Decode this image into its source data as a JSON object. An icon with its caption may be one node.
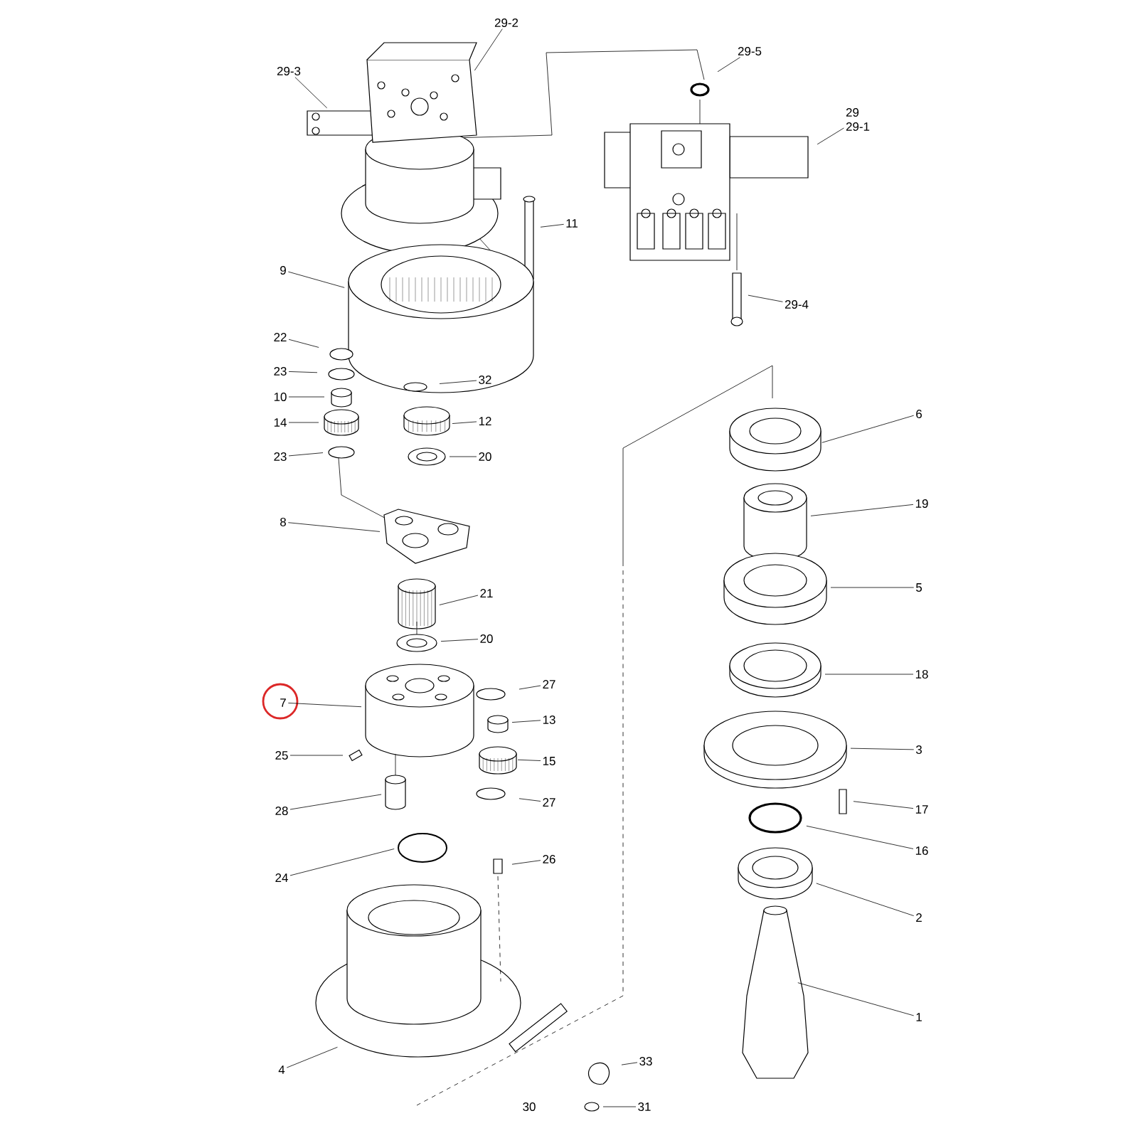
{
  "diagram": {
    "nodes": [
      {
        "text": [
          "29-2"
        ]
      },
      {
        "text": [
          "29-3"
        ]
      },
      {
        "text": [
          "29-5"
        ]
      },
      {
        "text": [
          "29",
          "29-1"
        ]
      },
      {
        "text": [
          "11"
        ]
      },
      {
        "text": [
          "29-4"
        ]
      },
      {
        "text": [
          "9"
        ]
      },
      {
        "text": [
          "22"
        ]
      },
      {
        "text": [
          "23"
        ]
      },
      {
        "text": [
          "10"
        ]
      },
      {
        "text": [
          "14"
        ]
      },
      {
        "text": [
          "23"
        ]
      },
      {
        "text": [
          "32"
        ]
      },
      {
        "text": [
          "12"
        ]
      },
      {
        "text": [
          "20"
        ]
      },
      {
        "text": [
          "8"
        ]
      },
      {
        "text": [
          "21"
        ]
      },
      {
        "text": [
          "20"
        ]
      },
      {
        "text": [
          "7"
        ]
      },
      {
        "text": [
          "27"
        ]
      },
      {
        "text": [
          "13"
        ]
      },
      {
        "text": [
          "25"
        ]
      },
      {
        "text": [
          "15"
        ]
      },
      {
        "text": [
          "28"
        ]
      },
      {
        "text": [
          "27"
        ]
      },
      {
        "text": [
          "24"
        ]
      },
      {
        "text": [
          "26"
        ]
      },
      {
        "text": [
          "4"
        ]
      },
      {
        "text": [
          "33"
        ]
      },
      {
        "text": [
          "31"
        ]
      },
      {
        "text": [
          "6"
        ]
      },
      {
        "text": [
          "19"
        ]
      },
      {
        "text": [
          "5"
        ]
      },
      {
        "text": [
          "18"
        ]
      },
      {
        "text": [
          "3"
        ]
      },
      {
        "text": [
          "17"
        ]
      },
      {
        "text": [
          "16"
        ]
      },
      {
        "text": [
          "2"
        ]
      },
      {
        "text": [
          "1"
        ]
      }
    ],
    "edges": [
      {
        "from": 0,
        "to": null,
        "arrow": "none"
      },
      {
        "from": 1,
        "to": null,
        "arrow": "none"
      },
      {
        "from": 2,
        "to": null,
        "arrow": "none"
      },
      {
        "from": 3,
        "to": null,
        "arrow": "none"
      },
      {
        "from": 4,
        "to": null,
        "arrow": "none"
      },
      {
        "from": 5,
        "to": null,
        "arrow": "none"
      },
      {
        "from": 6,
        "to": null,
        "arrow": "none"
      },
      {
        "from": 7,
        "to": null,
        "arrow": "none"
      },
      {
        "from": 8,
        "to": null,
        "arrow": "none"
      },
      {
        "from": 9,
        "to": null,
        "arrow": "none"
      },
      {
        "from": 10,
        "to": null,
        "arrow": "none"
      },
      {
        "from": 11,
        "to": null,
        "arrow": "none"
      },
      {
        "from": 12,
        "to": null,
        "arrow": "none"
      },
      {
        "from": 13,
        "to": null,
        "arrow": "none"
      },
      {
        "from": 14,
        "to": null,
        "arrow": "none"
      },
      {
        "from": 15,
        "to": null,
        "arrow": "none"
      },
      {
        "from": 16,
        "to": null,
        "arrow": "none"
      },
      {
        "from": 17,
        "to": null,
        "arrow": "none"
      },
      {
        "from": 18,
        "to": null,
        "arrow": "none"
      },
      {
        "from": 19,
        "to": null,
        "arrow": "none"
      },
      {
        "from": 20,
        "to": null,
        "arrow": "none"
      },
      {
        "from": 21,
        "to": null,
        "arrow": "none"
      },
      {
        "from": 22,
        "to": null,
        "arrow": "none"
      },
      {
        "from": 23,
        "to": null,
        "arrow": "none"
      },
      {
        "from": 24,
        "to": null,
        "arrow": "none"
      },
      {
        "from": 25,
        "to": null,
        "arrow": "none"
      },
      {
        "from": 26,
        "to": null,
        "arrow": "none"
      },
      {
        "from": 27,
        "to": null,
        "arrow": "none"
      },
      {
        "from": 28,
        "to": null,
        "arrow": "none"
      },
      {
        "from": 29,
        "to": null,
        "arrow": "none"
      },
      {
        "from": 30,
        "to": null,
        "arrow": "none"
      },
      {
        "from": 31,
        "to": null,
        "arrow": "none"
      },
      {
        "from": 32,
        "to": null,
        "arrow": "none"
      },
      {
        "from": 33,
        "to": null,
        "arrow": "none"
      },
      {
        "from": 34,
        "to": null,
        "arrow": "none"
      },
      {
        "from": 35,
        "to": null,
        "arrow": "none"
      },
      {
        "from": 36,
        "to": null,
        "arrow": "none"
      },
      {
        "from": 37,
        "to": null,
        "arrow": "none"
      },
      {
        "from": 38,
        "to": null,
        "arrow": "none"
      }
    ],
    "labels": [
      "30"
    ]
  }
}
